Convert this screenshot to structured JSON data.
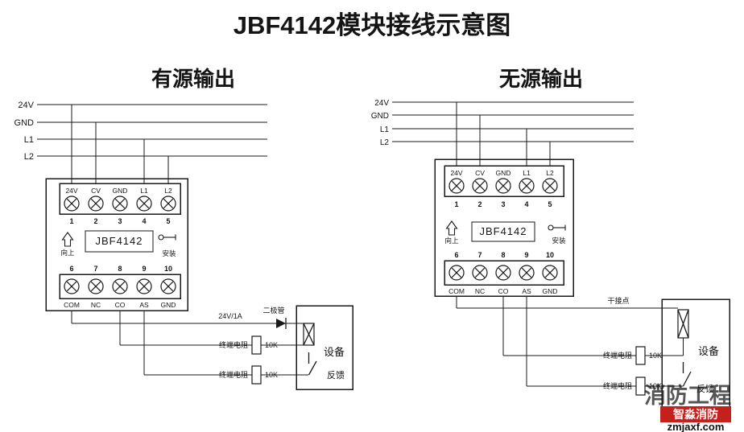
{
  "title": "JBF4142模块接线示意图",
  "sections": {
    "left": {
      "heading": "有源输出",
      "annotations": {
        "supply": "24V/1A",
        "diode": "二极管",
        "eol_resistor_1": "终端电阻",
        "resistor_value_1": "10K",
        "eol_resistor_2": "终端电阻",
        "resistor_value_2": "10K",
        "device": "设备",
        "feedback": "反馈"
      }
    },
    "right": {
      "heading": "无源输出",
      "annotations": {
        "dry_contact": "干接点",
        "eol_resistor_1": "终端电阻",
        "resistor_value_1": "10K",
        "eol_resistor_2": "终端电阻",
        "resistor_value_2": "10K",
        "device": "设备",
        "feedback": "反馈"
      }
    }
  },
  "bus_labels": [
    "24V",
    "GND",
    "L1",
    "L2"
  ],
  "module": {
    "name": "JBF4142",
    "top_terminals": [
      "24V",
      "CV",
      "GND",
      "L1",
      "L2"
    ],
    "top_numbers": [
      "1",
      "2",
      "3",
      "4",
      "5"
    ],
    "bottom_numbers": [
      "6",
      "7",
      "8",
      "9",
      "10"
    ],
    "bottom_terminals": [
      "COM",
      "NC",
      "CO",
      "AS",
      "GND"
    ],
    "up_label": "向上",
    "install_label": "安装"
  },
  "watermark": {
    "brand_large": "消防工程",
    "brand_badge": "智淼消防",
    "website": "zmjaxf.com"
  },
  "colors": {
    "line": "#1a1a1a",
    "watermark_pink": "#e09595",
    "badge_red": "#c5201c"
  }
}
